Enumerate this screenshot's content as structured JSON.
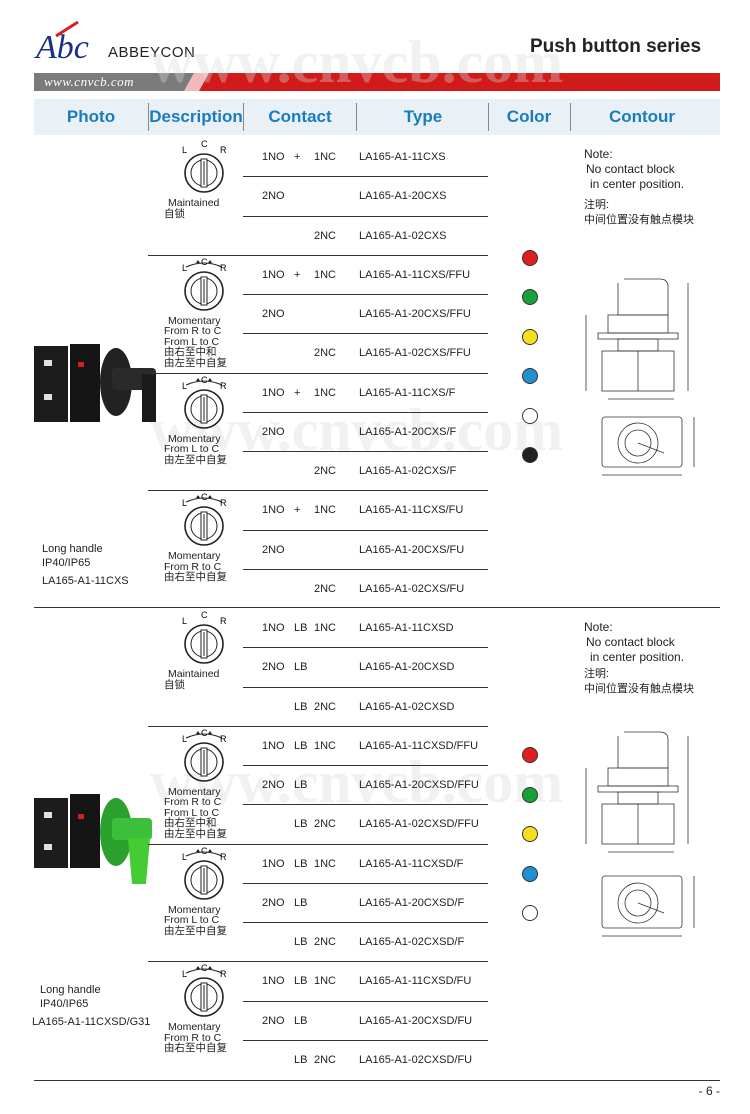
{
  "brand": {
    "name": "ABBEYCON",
    "logo_text": "Abc",
    "url": "www.cnvcb.com"
  },
  "title": "Push button series",
  "headers": [
    "Photo",
    "Description",
    "Contact",
    "Type",
    "Color",
    "Contour"
  ],
  "watermark": "www.cnvcb.com",
  "section1": {
    "photo_label_lines": [
      "Long handle",
      "IP40/IP65",
      "LA165-A1-11CXS"
    ],
    "groups": [
      {
        "caption": [
          "Maintained",
          "自锁"
        ],
        "rows": [
          {
            "contact": [
              "1NO",
              "+",
              "1NC"
            ],
            "type": "LA165-A1-11CXS"
          },
          {
            "contact": [
              "2NO",
              "",
              ""
            ],
            "type": "LA165-A1-20CXS"
          },
          {
            "contact": [
              "",
              "",
              "2NC"
            ],
            "type": "LA165-A1-02CXS"
          }
        ]
      },
      {
        "caption": [
          "Momentary",
          "From R to C",
          "From L to C",
          "由右至中和",
          "由左至中自复"
        ],
        "rows": [
          {
            "contact": [
              "1NO",
              "+",
              "1NC"
            ],
            "type": "LA165-A1-11CXS/FFU"
          },
          {
            "contact": [
              "2NO",
              "",
              ""
            ],
            "type": "LA165-A1-20CXS/FFU"
          },
          {
            "contact": [
              "",
              "",
              "2NC"
            ],
            "type": "LA165-A1-02CXS/FFU"
          }
        ]
      },
      {
        "caption": [
          "Momentary",
          "From L to C",
          "由左至中自复"
        ],
        "rows": [
          {
            "contact": [
              "1NO",
              "+",
              "1NC"
            ],
            "type": "LA165-A1-11CXS/F"
          },
          {
            "contact": [
              "2NO",
              "",
              ""
            ],
            "type": "LA165-A1-20CXS/F"
          },
          {
            "contact": [
              "",
              "",
              "2NC"
            ],
            "type": "LA165-A1-02CXS/F"
          }
        ]
      },
      {
        "caption": [
          "Momentary",
          "From R to C",
          "由右至中自复"
        ],
        "rows": [
          {
            "contact": [
              "1NO",
              "+",
              "1NC"
            ],
            "type": "LA165-A1-11CXS/FU"
          },
          {
            "contact": [
              "2NO",
              "",
              ""
            ],
            "type": "LA165-A1-20CXS/FU"
          },
          {
            "contact": [
              "",
              "",
              "2NC"
            ],
            "type": "LA165-A1-02CXS/FU"
          }
        ]
      }
    ],
    "colors": [
      "#e02020",
      "#1aa03a",
      "#f5e020",
      "#2090d0",
      "#ffffff",
      "#222222"
    ],
    "note": [
      "Note:",
      "No contact block",
      "in center position.",
      "注明:",
      "中间位置没有触点模块"
    ]
  },
  "section2": {
    "photo_label_lines": [
      "Long handle",
      "IP40/IP65",
      "LA165-A1-11CXSD/G31"
    ],
    "groups": [
      {
        "caption": [
          "Maintained",
          "自锁"
        ],
        "rows": [
          {
            "contact": [
              "1NO",
              "LB",
              "1NC"
            ],
            "type": "LA165-A1-11CXSD"
          },
          {
            "contact": [
              "2NO",
              "LB",
              ""
            ],
            "type": "LA165-A1-20CXSD"
          },
          {
            "contact": [
              "",
              "LB",
              "2NC"
            ],
            "type": "LA165-A1-02CXSD"
          }
        ]
      },
      {
        "caption": [
          "Momentary",
          "From R to C",
          "From L to C",
          "由右至中和",
          "由左至中自复"
        ],
        "rows": [
          {
            "contact": [
              "1NO",
              "LB",
              "1NC"
            ],
            "type": "LA165-A1-11CXSD/FFU"
          },
          {
            "contact": [
              "2NO",
              "LB",
              ""
            ],
            "type": "LA165-A1-20CXSD/FFU"
          },
          {
            "contact": [
              "",
              "LB",
              "2NC"
            ],
            "type": "LA165-A1-02CXSD/FFU"
          }
        ]
      },
      {
        "caption": [
          "Momentary",
          "From L to C",
          "由左至中自复"
        ],
        "rows": [
          {
            "contact": [
              "1NO",
              "LB",
              "1NC"
            ],
            "type": "LA165-A1-11CXSD/F"
          },
          {
            "contact": [
              "2NO",
              "LB",
              ""
            ],
            "type": "LA165-A1-20CXSD/F"
          },
          {
            "contact": [
              "",
              "LB",
              "2NC"
            ],
            "type": "LA165-A1-02CXSD/F"
          }
        ]
      },
      {
        "caption": [
          "Momentary",
          "From R to C",
          "由右至中自复"
        ],
        "rows": [
          {
            "contact": [
              "1NO",
              "LB",
              "1NC"
            ],
            "type": "LA165-A1-11CXSD/FU"
          },
          {
            "contact": [
              "2NO",
              "LB",
              ""
            ],
            "type": "LA165-A1-20CXSD/FU"
          },
          {
            "contact": [
              "",
              "LB",
              "2NC"
            ],
            "type": "LA165-A1-02CXSD/FU"
          }
        ]
      }
    ],
    "colors": [
      "#e02020",
      "#1aa03a",
      "#f5e020",
      "#2090d0",
      "#ffffff"
    ],
    "note": [
      "Note:",
      "No contact block",
      "in center position.",
      "注明:",
      "中间位置没有触点模块"
    ]
  },
  "selector_labels": {
    "left": "L",
    "center": "C",
    "right": "R"
  },
  "page_number": "- 6 -"
}
